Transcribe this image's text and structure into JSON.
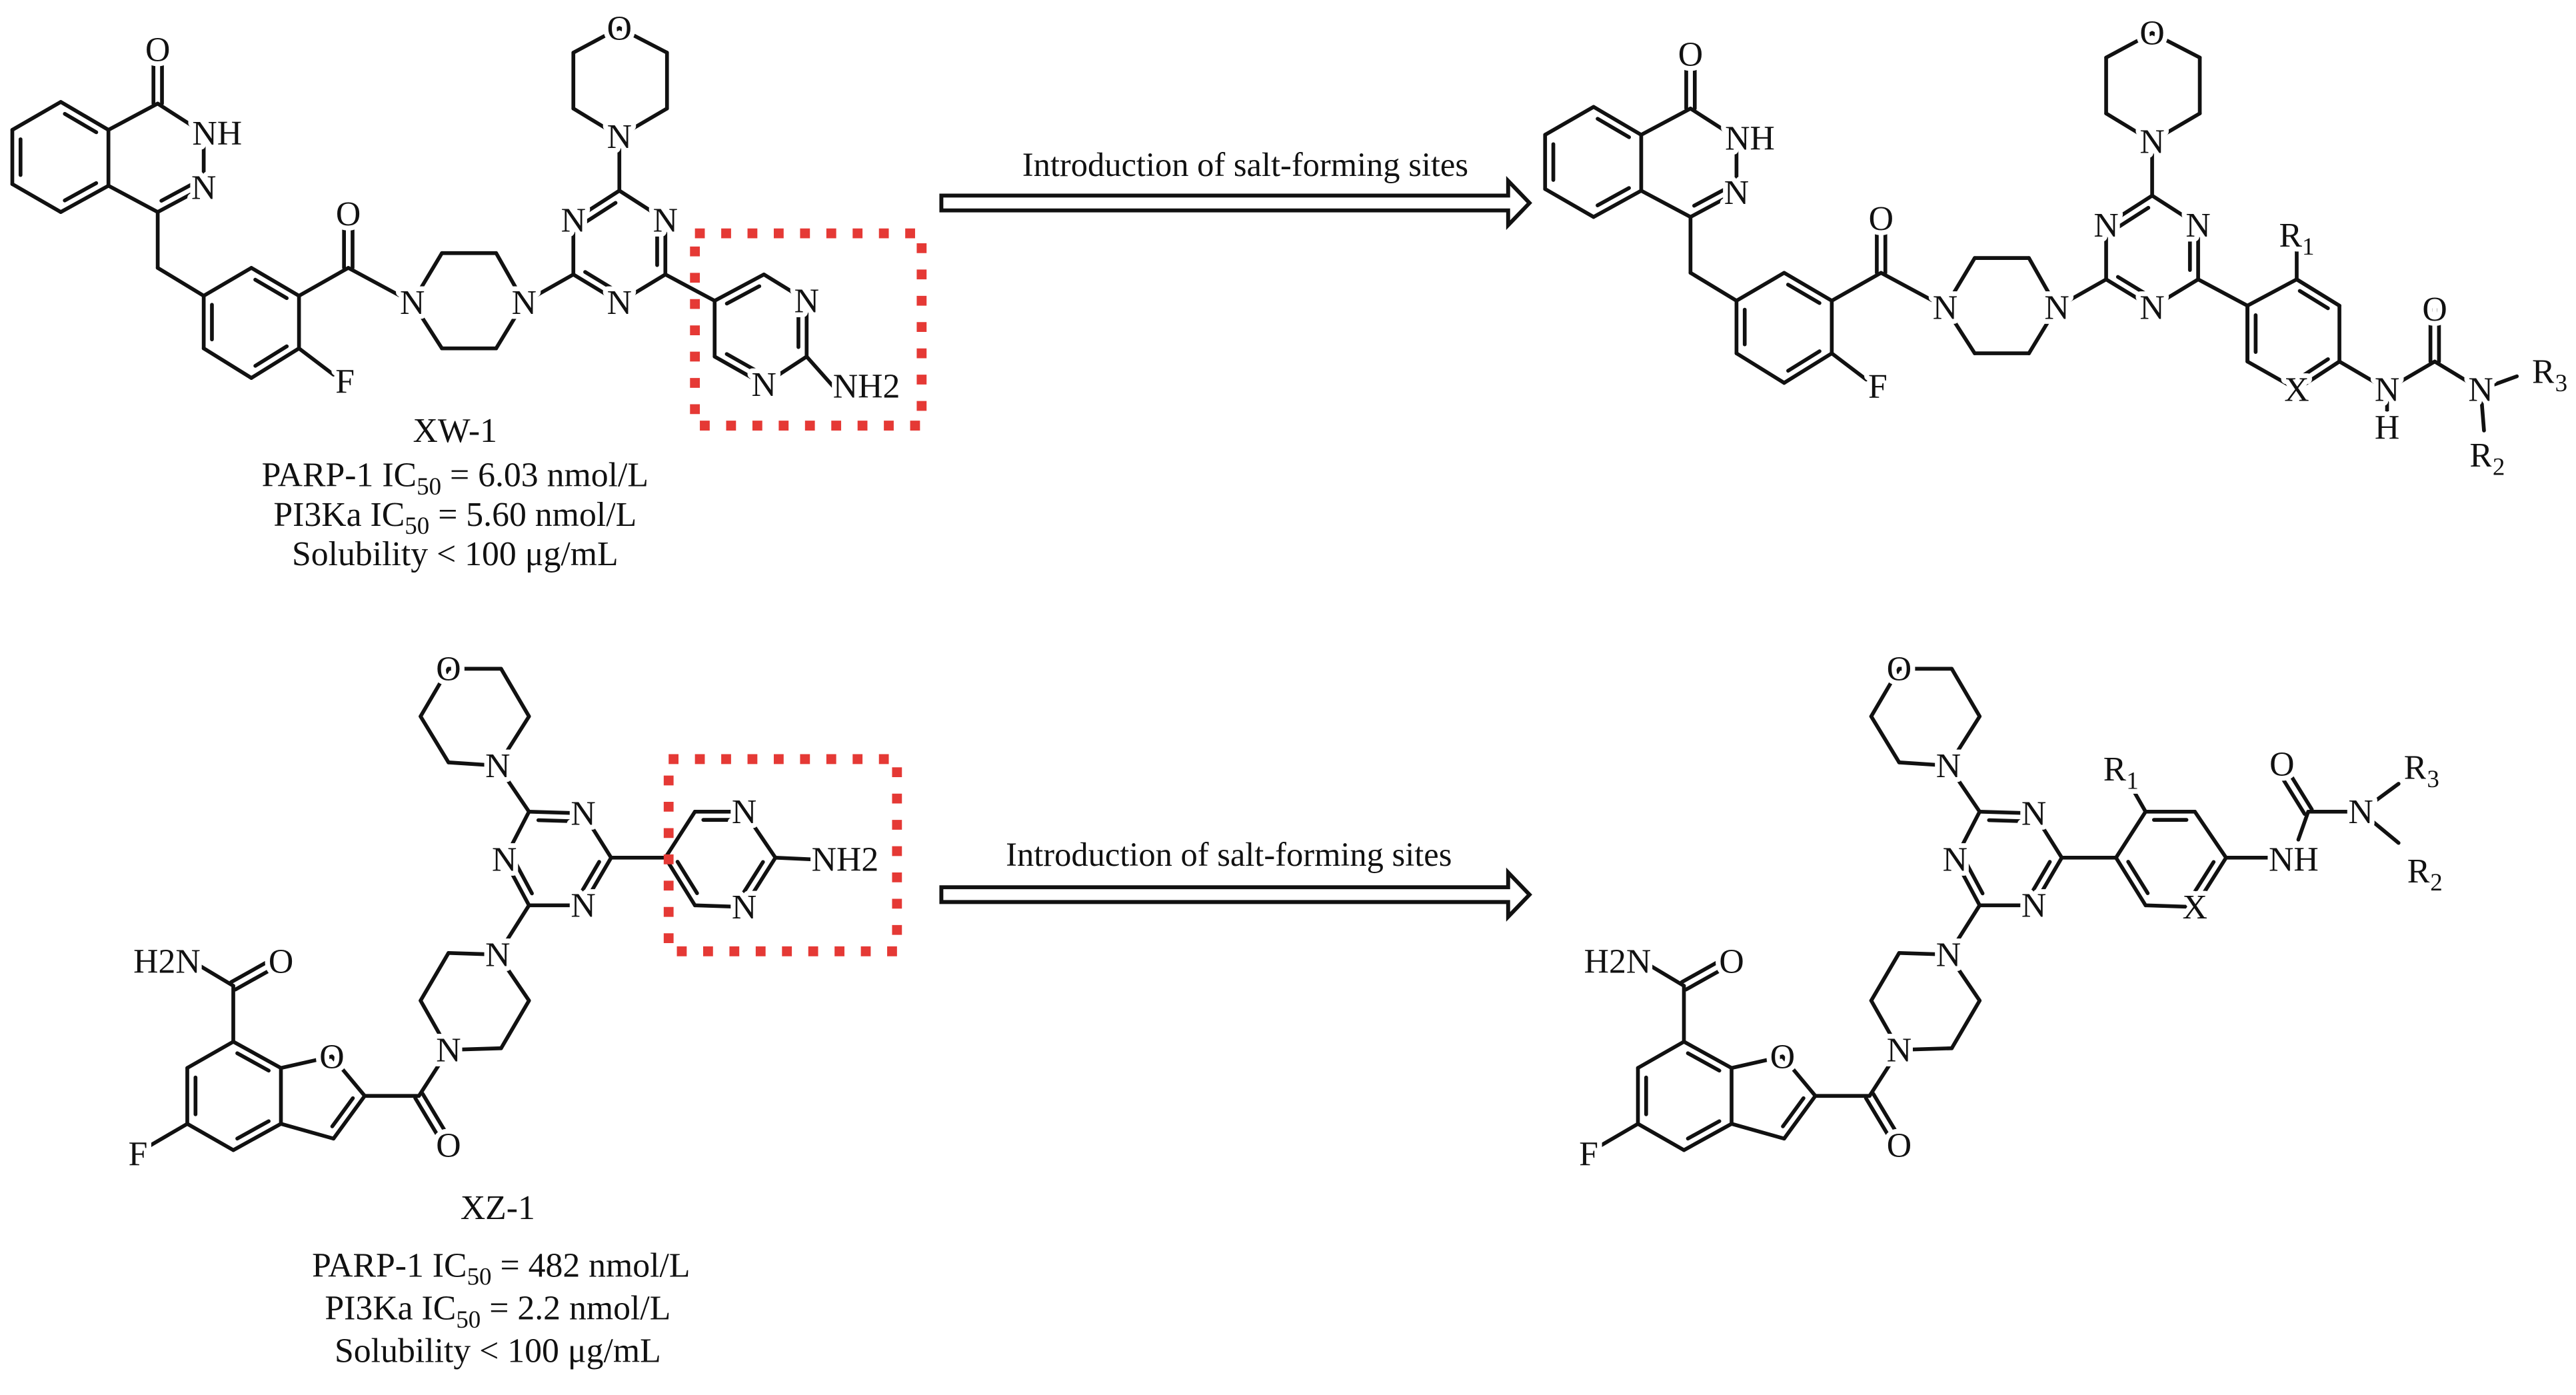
{
  "reaction_arrows": [
    {
      "label": "Introduction of salt-forming sites"
    },
    {
      "label": "Introduction of salt-forming sites"
    }
  ],
  "highlight_color": "#e53935",
  "molecules": [
    {
      "name": "XW-1",
      "atom_labels": [
        "O",
        "NH",
        "N",
        "O",
        "F",
        "N",
        "N",
        "N",
        "N",
        "N",
        "N",
        "O",
        "N",
        "N",
        "NH2"
      ],
      "properties": [
        {
          "pre": "PARP-1 IC",
          "sub": "50",
          "post": " = 6.03 nmol/L"
        },
        {
          "pre": "PI3Ka IC",
          "sub": "50",
          "post": " = 5.60 nmol/L"
        },
        {
          "pre": "Solubility < 100 μg/mL",
          "sub": "",
          "post": ""
        }
      ],
      "highlighted_group": "2-aminopyrimidine"
    },
    {
      "name": "",
      "atom_labels": [
        "O",
        "NH",
        "N",
        "O",
        "F",
        "N",
        "N",
        "N",
        "N",
        "N",
        "N",
        "O",
        "R1",
        "X",
        "N",
        "H",
        "O",
        "N",
        "R3",
        "R2"
      ]
    },
    {
      "name": "XZ-1",
      "atom_labels": [
        "O",
        "N",
        "N",
        "N",
        "N",
        "N",
        "N",
        "NH2",
        "N",
        "N",
        "O",
        "O",
        "F",
        "O",
        "H2N"
      ],
      "properties": [
        {
          "pre": "PARP-1 IC",
          "sub": "50",
          "post": " = 482 nmol/L"
        },
        {
          "pre": "PI3Ka IC",
          "sub": "50",
          "post": " = 2.2 nmol/L"
        },
        {
          "pre": "Solubility < 100 μg/mL",
          "sub": "",
          "post": ""
        }
      ],
      "highlighted_group": "2-aminopyrimidine"
    },
    {
      "name": "",
      "atom_labels": [
        "O",
        "N",
        "N",
        "N",
        "N",
        "N",
        "N",
        "O",
        "O",
        "F",
        "O",
        "H2N",
        "R1",
        "X",
        "NH",
        "O",
        "N",
        "R3",
        "R2"
      ]
    }
  ]
}
